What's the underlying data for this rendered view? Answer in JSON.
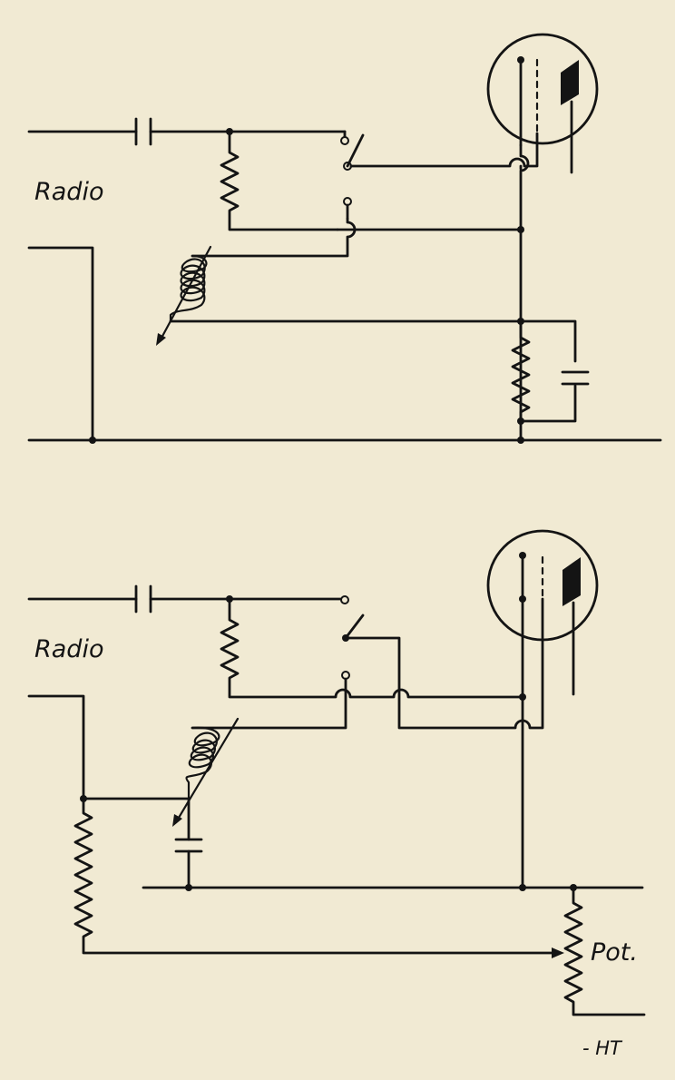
{
  "diagrams": [
    {
      "id": "upper",
      "input_label": "Radio"
    },
    {
      "id": "lower",
      "input_label": "Radio",
      "potentiometer_label": "Pot.",
      "supply_label": "- HT"
    }
  ],
  "colors": {
    "paper": "#f1ead3",
    "ink": "#141414"
  }
}
